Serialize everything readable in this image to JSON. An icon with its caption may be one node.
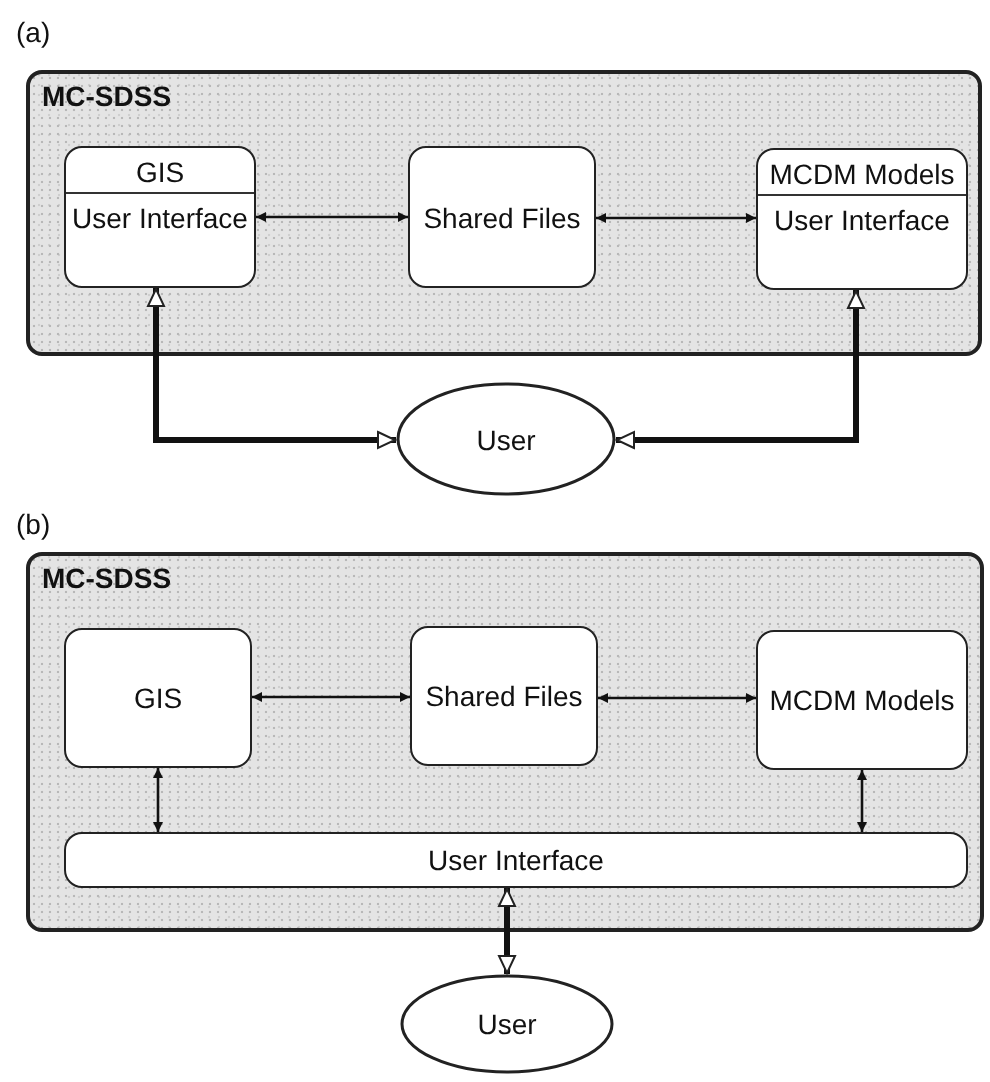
{
  "diagram": {
    "nodes": [
      {
        "text": [
          "MC-SDSS"
        ]
      },
      {
        "text": [
          "GIS",
          "User Interface"
        ],
        "in": 0
      },
      {
        "text": [
          "Shared Files"
        ],
        "in": 0
      },
      {
        "text": [
          "MCDM Models",
          "User Interface"
        ],
        "in": 0
      },
      {
        "text": [
          "User"
        ]
      },
      {
        "text": [
          "MC-SDSS"
        ]
      },
      {
        "text": [
          "GIS"
        ],
        "in": 5
      },
      {
        "text": [
          "Shared Files"
        ],
        "in": 5
      },
      {
        "text": [
          "MCDM Models"
        ],
        "in": 5
      },
      {
        "text": [
          "User Interface"
        ],
        "in": 5
      },
      {
        "text": [
          "User"
        ]
      }
    ],
    "edges": [
      {
        "from": 1,
        "to": 2,
        "arrow": "both"
      },
      {
        "from": 2,
        "to": 3,
        "arrow": "both"
      },
      {
        "from": 4,
        "to": 1,
        "arrow": "both",
        "style": "thick"
      },
      {
        "from": 4,
        "to": 3,
        "arrow": "both",
        "style": "thick"
      },
      {
        "from": 6,
        "to": 7,
        "arrow": "both"
      },
      {
        "from": 7,
        "to": 8,
        "arrow": "both"
      },
      {
        "from": 6,
        "to": 9,
        "arrow": "both"
      },
      {
        "from": 8,
        "to": 9,
        "arrow": "both"
      },
      {
        "from": 9,
        "to": 10,
        "arrow": "both",
        "style": "thick"
      }
    ],
    "labels": [
      "(a)",
      "(b)"
    ]
  }
}
